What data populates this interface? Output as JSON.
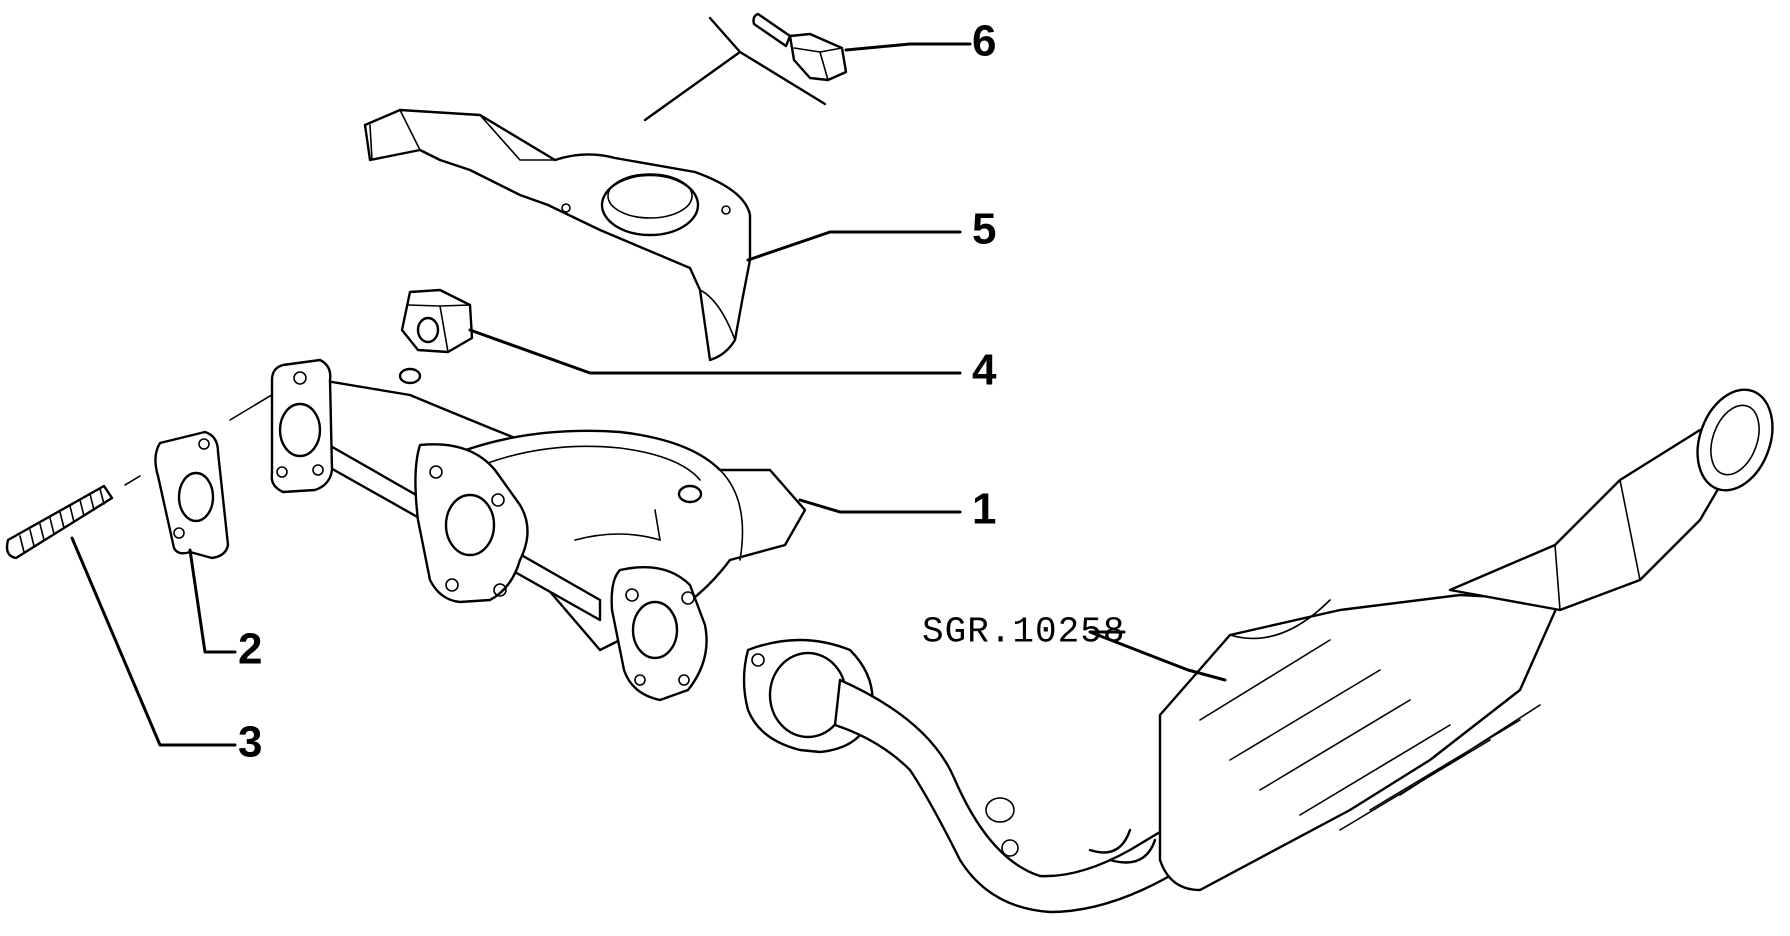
{
  "diagram": {
    "reference_code": "SGR.10258",
    "callouts": [
      {
        "number": "1",
        "part": "exhaust-manifold"
      },
      {
        "number": "2",
        "part": "gasket"
      },
      {
        "number": "3",
        "part": "stud"
      },
      {
        "number": "4",
        "part": "nut"
      },
      {
        "number": "5",
        "part": "heat-shield"
      },
      {
        "number": "6",
        "part": "bolt"
      }
    ]
  }
}
